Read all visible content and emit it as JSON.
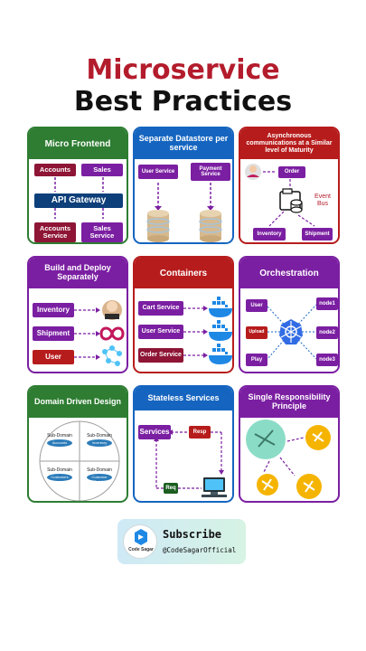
{
  "title": {
    "line1": "Microservice",
    "line2": "Best Practices"
  },
  "colors": {
    "title_red": "#b31c2c",
    "green": "#2e7d32",
    "blue": "#1565c0",
    "red": "#b71c1c",
    "purple": "#7b1fa2"
  },
  "cards": {
    "micro_frontend": {
      "title": "Micro Frontend",
      "accounts": "Accounts",
      "sales": "Sales",
      "gateway": "API Gateway",
      "accounts_service": "Accounts Service",
      "sales_service": "Sales Service"
    },
    "datastore": {
      "title": "Separate Datastore per service",
      "user_service": "User Service",
      "payment_service": "Payment Service"
    },
    "async": {
      "title": "Asynchronous communications at a Similar level of Maturity",
      "order": "Order",
      "event_bus": "Event Bus",
      "inventory": "Inventory",
      "shipment": "Shipment"
    },
    "build_deploy": {
      "title": "Build and Deploy Separately",
      "inventory": "Inventory",
      "shipment": "Shipment",
      "user": "User"
    },
    "containers": {
      "title": "Containers",
      "cart": "Cart Service",
      "user": "User Service",
      "order": "Order Service"
    },
    "orchestration": {
      "title": "Orchestration",
      "user": "User",
      "upload": "Upload",
      "play": "Play",
      "node1": "node1",
      "node2": "node2",
      "node3": "node3"
    },
    "ddd": {
      "title": "Domain Driven Design",
      "sub_domain": "Sub-Domain",
      "accounts": "Accounts",
      "inventory": "Inventory",
      "customers": "Customers",
      "account_details": "Customer Details"
    },
    "stateless": {
      "title": "Stateless Services",
      "services": "Services",
      "resp": "Resp",
      "req": "Req"
    },
    "srp": {
      "title": "Single Responsibility Principle"
    }
  },
  "subscribe": {
    "label": "Subscribe",
    "handle": "@CodeSagarOfficial",
    "logo_text": "Code Sagar"
  }
}
